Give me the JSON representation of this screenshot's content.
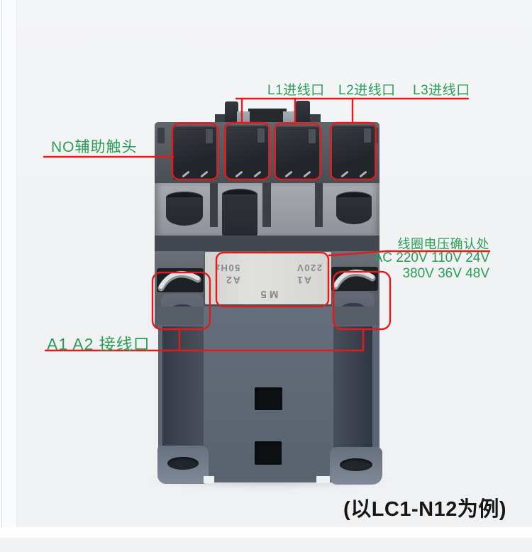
{
  "colors": {
    "annotation_red": "#e41b1b",
    "label_green": "#2a9d56",
    "caption_black": "#161616"
  },
  "callouts": {
    "no_aux": "NO辅助触头",
    "l1": "L1进线口",
    "l2": "L2进线口",
    "l3": "L3进线口",
    "coil_voltage": "线圈电压确认处",
    "voltage_line1": "AC 220V 110V 24V",
    "voltage_line2": "380V 36V 48V",
    "a1a2": "A1 A2 接线口"
  },
  "caption": {
    "example": "(以LC1-N12为例)"
  },
  "device_label": {
    "model": "M5",
    "terminal_left": "A1",
    "terminal_right": "A2",
    "voltage": "220V",
    "frequency": "50Hz"
  }
}
